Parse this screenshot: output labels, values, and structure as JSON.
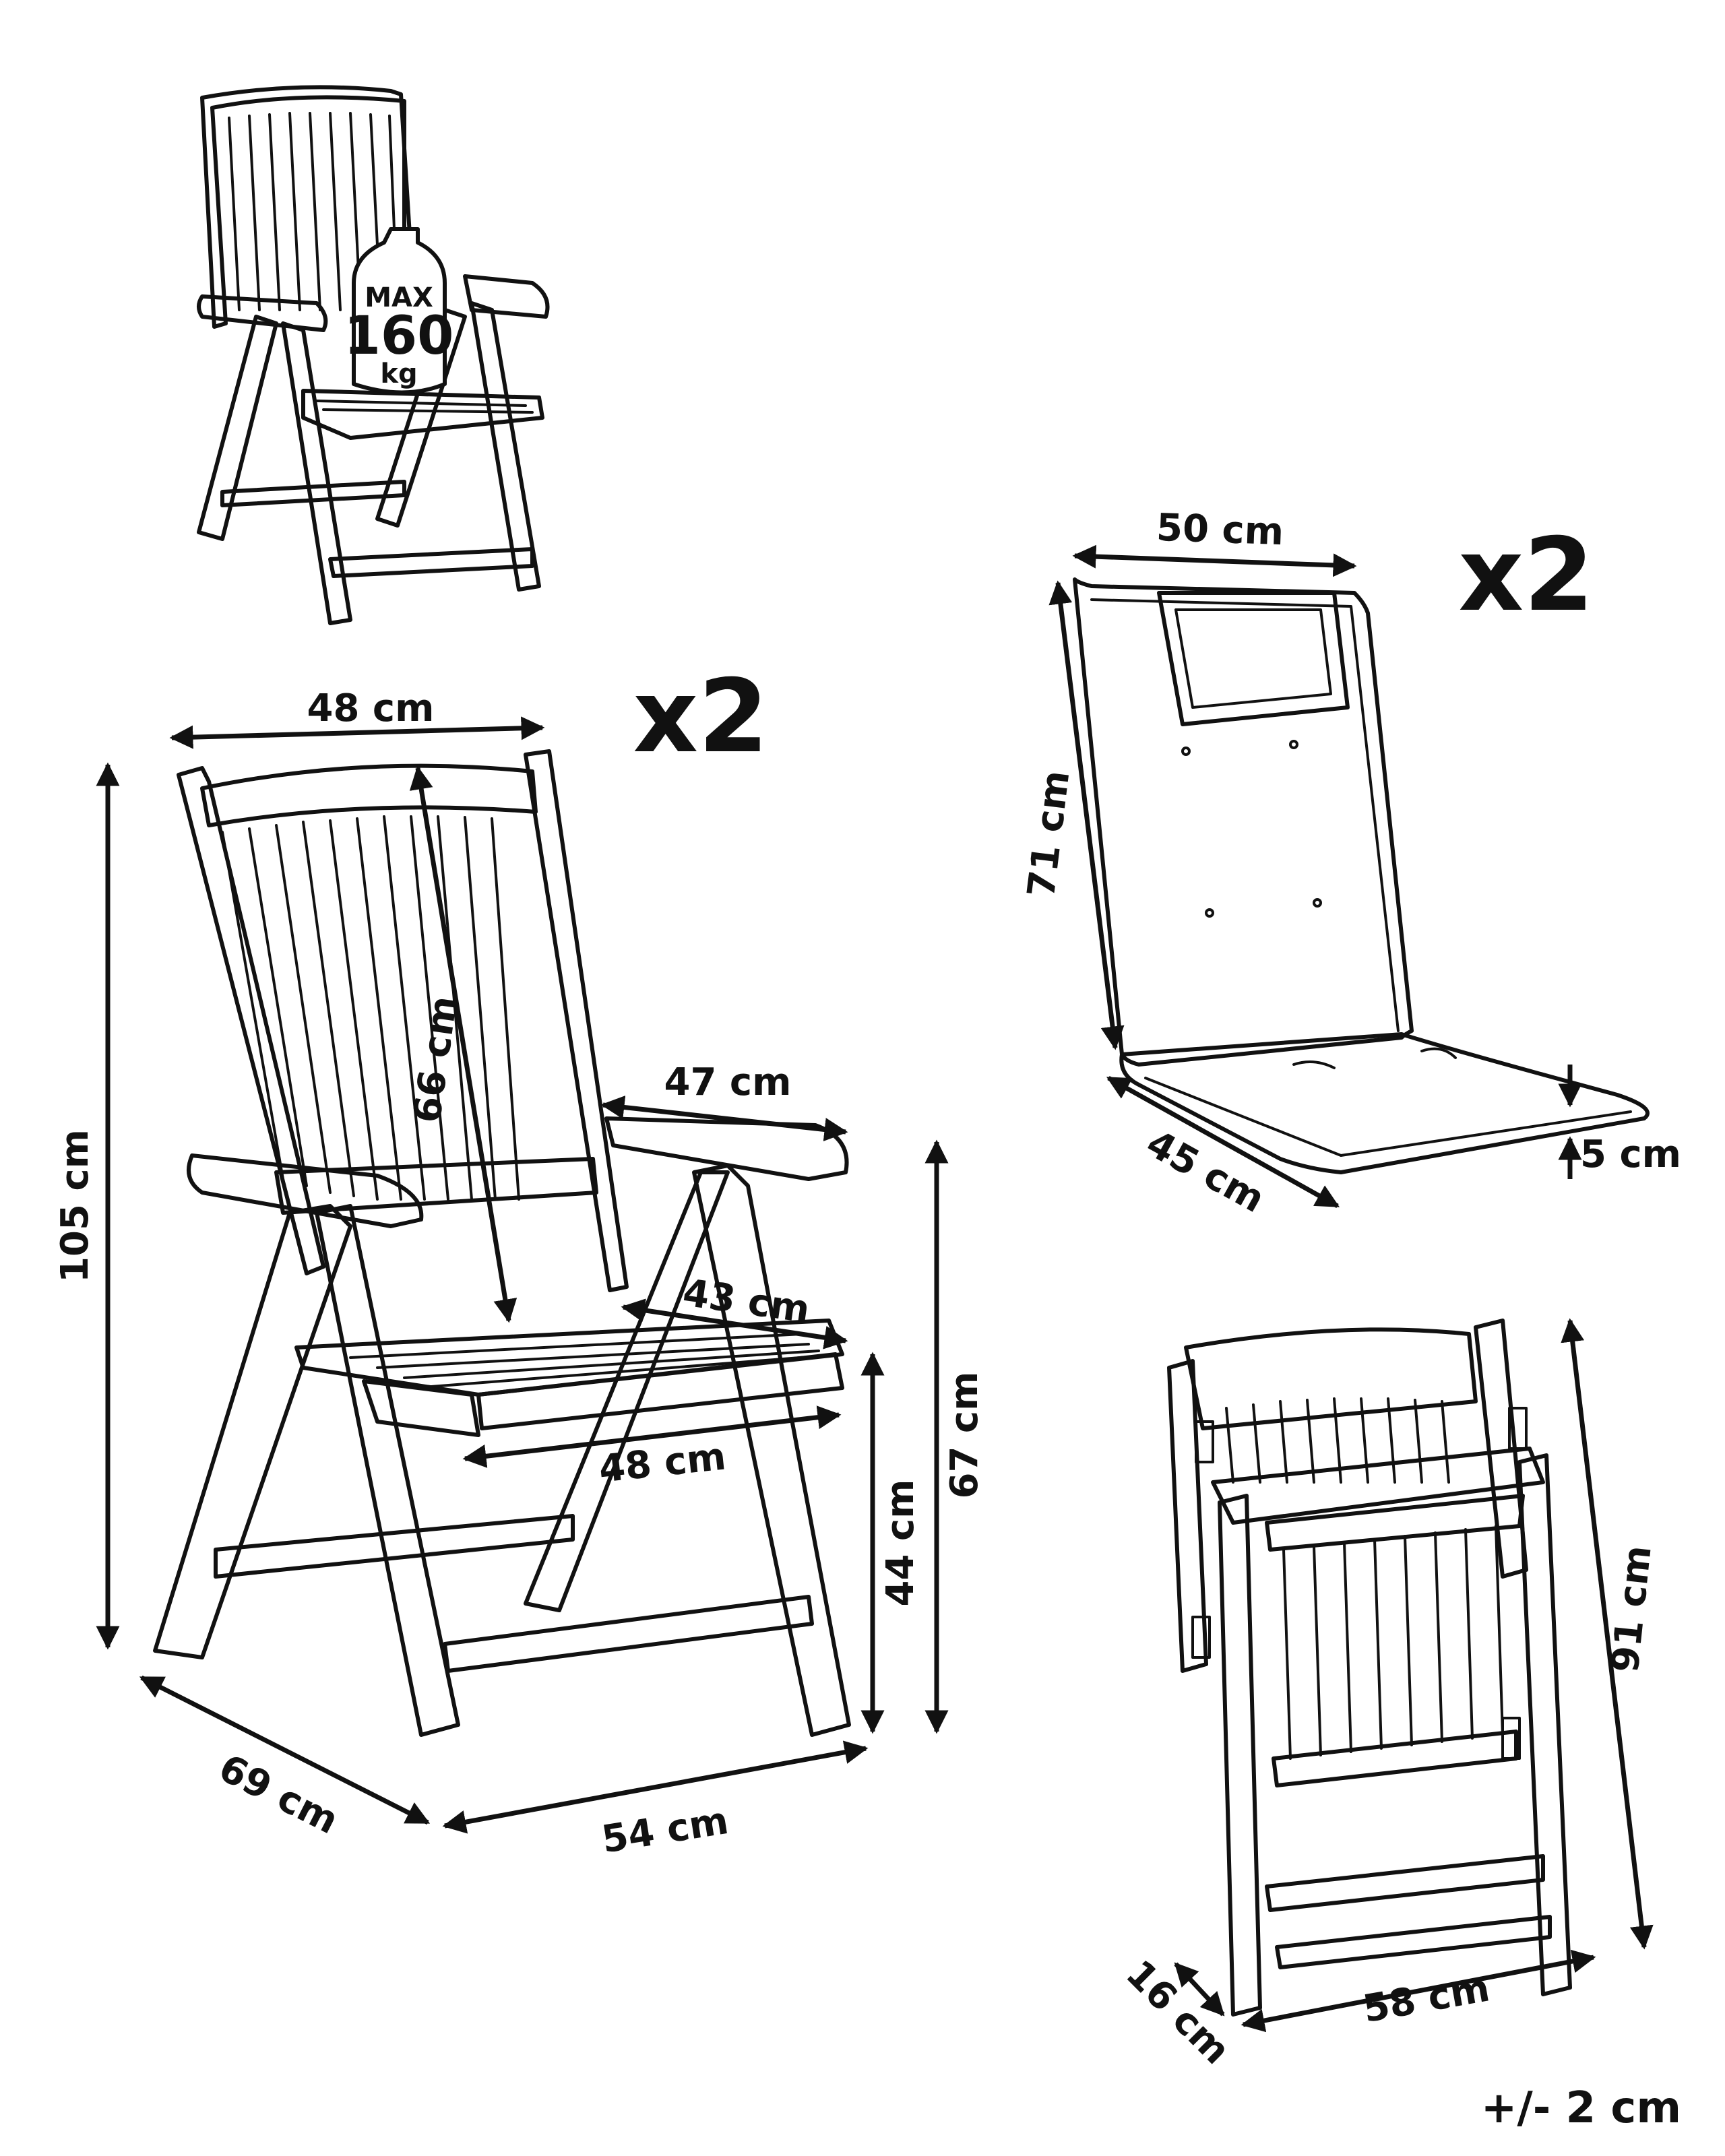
{
  "weight_badge": {
    "line1": "MAX",
    "line2": "160",
    "line3": "kg"
  },
  "chair": {
    "multiplier": "x2",
    "dims": {
      "top_width": "48 cm",
      "total_height": "105 cm",
      "backrest_height": "66 cm",
      "armrest_length": "47 cm",
      "seat_depth": "43 cm",
      "seat_width": "48 cm",
      "seat_height": "44 cm",
      "armrest_height": "67 cm",
      "depth": "69 cm",
      "width": "54 cm"
    }
  },
  "cushion": {
    "multiplier": "x2",
    "dims": {
      "width": "50 cm",
      "back_length": "71 cm",
      "seat_length": "45 cm",
      "thickness": "5 cm"
    }
  },
  "folded": {
    "dims": {
      "height": "91 cm",
      "width": "58 cm",
      "depth": "16 cm"
    }
  },
  "tolerance": "+/- 2 cm"
}
